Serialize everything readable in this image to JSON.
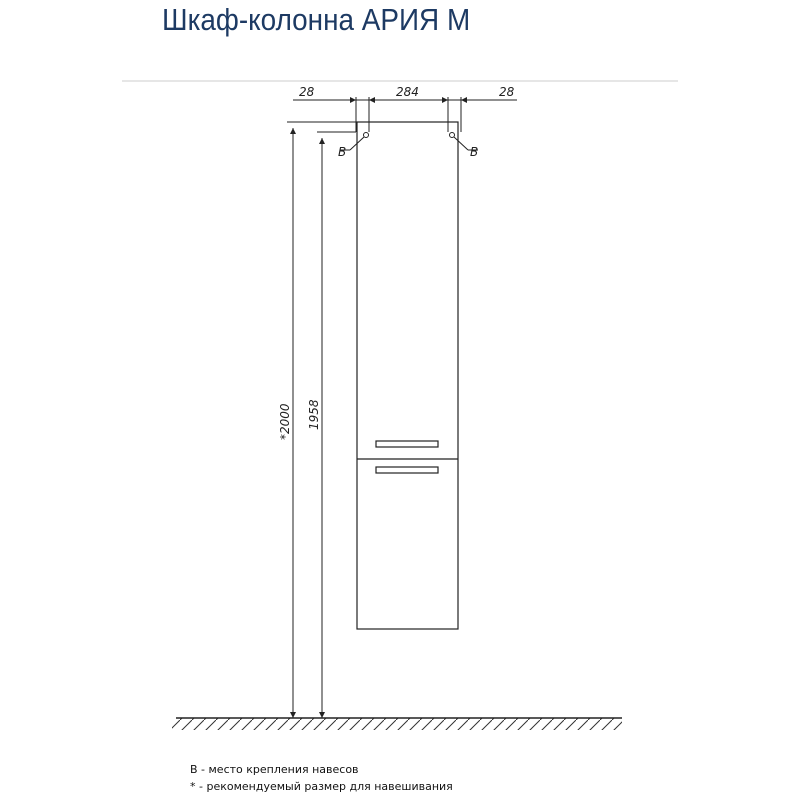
{
  "title": "Шкаф-колонна АРИЯ М",
  "dimensions": {
    "left_offset": "28",
    "width": "284",
    "right_offset": "28",
    "total_height": "*2000",
    "cabinet_height": "1958"
  },
  "mount_labels": {
    "left": "B",
    "right": "B"
  },
  "legend": [
    "B  -  место крепления навесов",
    "*  -  рекомендуемый размер для навешивания"
  ]
}
